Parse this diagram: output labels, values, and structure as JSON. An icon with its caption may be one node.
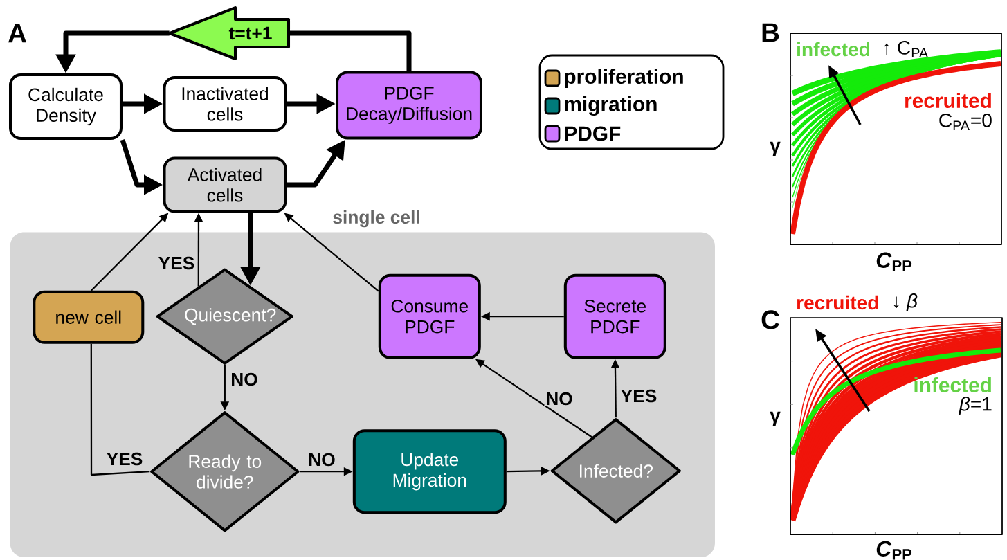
{
  "diagram": {
    "nodes": [
      {
        "text": [
          "t=t+1"
        ]
      },
      {
        "text": [
          "Calculate Density"
        ]
      },
      {
        "text": [
          "Inactivated cells"
        ]
      },
      {
        "text": [
          "PDGF Decay/Diffusion"
        ]
      },
      {
        "text": [
          "Activated cells"
        ]
      },
      {
        "text": [
          "single cell"
        ]
      },
      {
        "text": [
          "new cell"
        ],
        "in": 5
      },
      {
        "text": [
          "Quiescent?"
        ],
        "in": 5
      },
      {
        "text": [
          "Consume PDGF"
        ],
        "in": 5
      },
      {
        "text": [
          "Secrete PDGF"
        ],
        "in": 5
      },
      {
        "text": [
          "Ready to divide?"
        ],
        "in": 5
      },
      {
        "text": [
          "Update Migration"
        ],
        "in": 5
      },
      {
        "text": [
          "Infected?"
        ],
        "in": 5
      }
    ],
    "edges": [
      {
        "from": 3,
        "to": 0,
        "arrow": "none",
        "style": "thick"
      },
      {
        "from": 0,
        "to": 1,
        "arrow": "to",
        "style": "thick"
      },
      {
        "from": 1,
        "to": 2,
        "arrow": "to",
        "style": "thick"
      },
      {
        "from": 1,
        "to": 4,
        "arrow": "to",
        "style": "thick"
      },
      {
        "from": 2,
        "to": 3,
        "arrow": "to",
        "style": "thick"
      },
      {
        "from": 4,
        "to": 3,
        "arrow": "to",
        "style": "thick"
      },
      {
        "from": 4,
        "to": 7,
        "arrow": "to",
        "style": "thick"
      },
      {
        "from": 7,
        "to": 4,
        "arrow": "to",
        "label": "YES"
      },
      {
        "from": 6,
        "to": 4,
        "arrow": "to"
      },
      {
        "from": 7,
        "to": 10,
        "arrow": "to",
        "label": "NO"
      },
      {
        "from": 10,
        "to": 6,
        "arrow": "none",
        "label": "YES"
      },
      {
        "from": 10,
        "to": 11,
        "arrow": "to",
        "label": "NO"
      },
      {
        "from": 11,
        "to": 12,
        "arrow": "to"
      },
      {
        "from": 12,
        "to": 9,
        "arrow": "to",
        "label": "YES"
      },
      {
        "from": 12,
        "to": 8,
        "arrow": "to",
        "label": "NO"
      },
      {
        "from": 9,
        "to": 8,
        "arrow": "to"
      },
      {
        "from": 8,
        "to": 4,
        "arrow": "to"
      }
    ],
    "labels": [
      "A",
      "B",
      "infected",
      "↑ C$_{PA}$",
      "recruited",
      "C$_{PA}$=0",
      "γ",
      "*C*$_{PP}$",
      "C",
      "recruited",
      "↓ *β*",
      "infected",
      "*β*=1",
      "γ",
      "*C*$_{PP}$"
    ],
    "legend": [
      {
        "text": "proliferation",
        "color": "#d4a553"
      },
      {
        "text": "migration",
        "color": "#007a7a"
      },
      {
        "text": "PDGF",
        "color": "#cc77ff"
      }
    ]
  }
}
